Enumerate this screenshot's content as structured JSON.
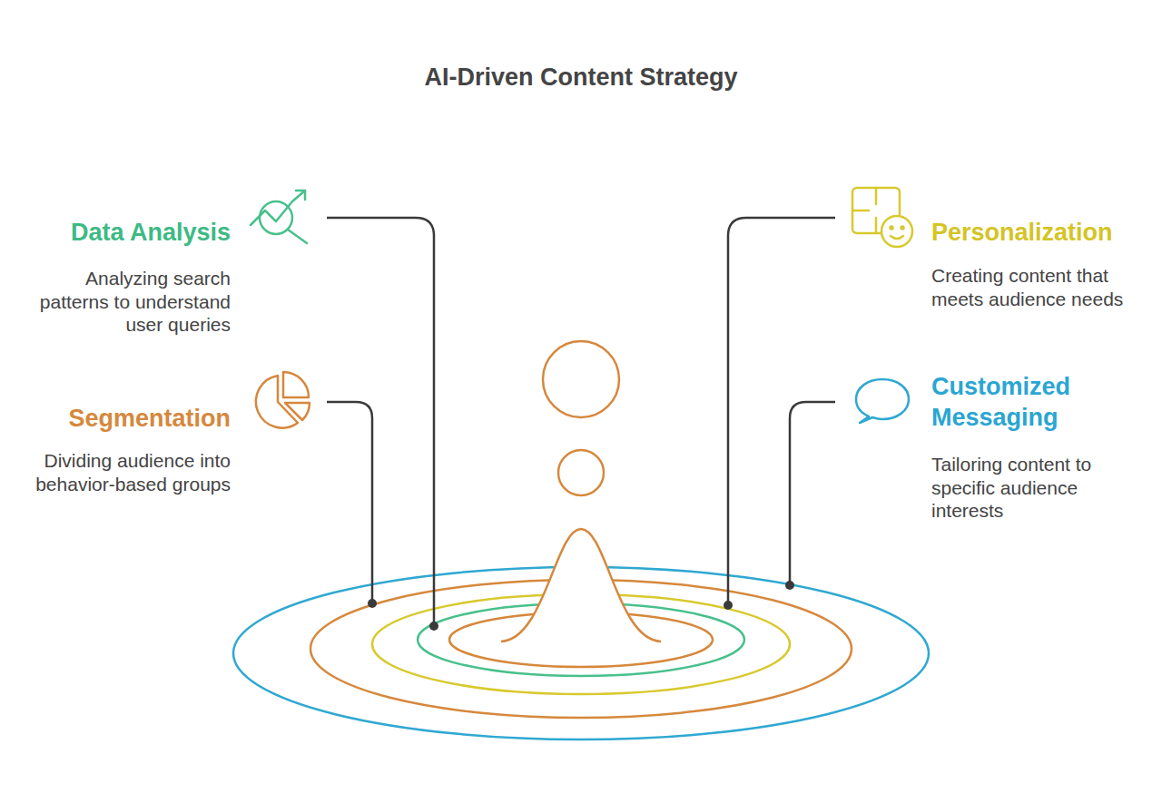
{
  "diagram": {
    "title": "AI-Driven Content Strategy",
    "labels": [
      "Data Analysis",
      "Analyzing search patterns to understand user queries",
      "Segmentation",
      "Dividing audience into behavior-based groups",
      "Personalization",
      "Creating content that meets audience needs",
      "Customized Messaging",
      "Tailoring content to specific audience interests"
    ]
  }
}
